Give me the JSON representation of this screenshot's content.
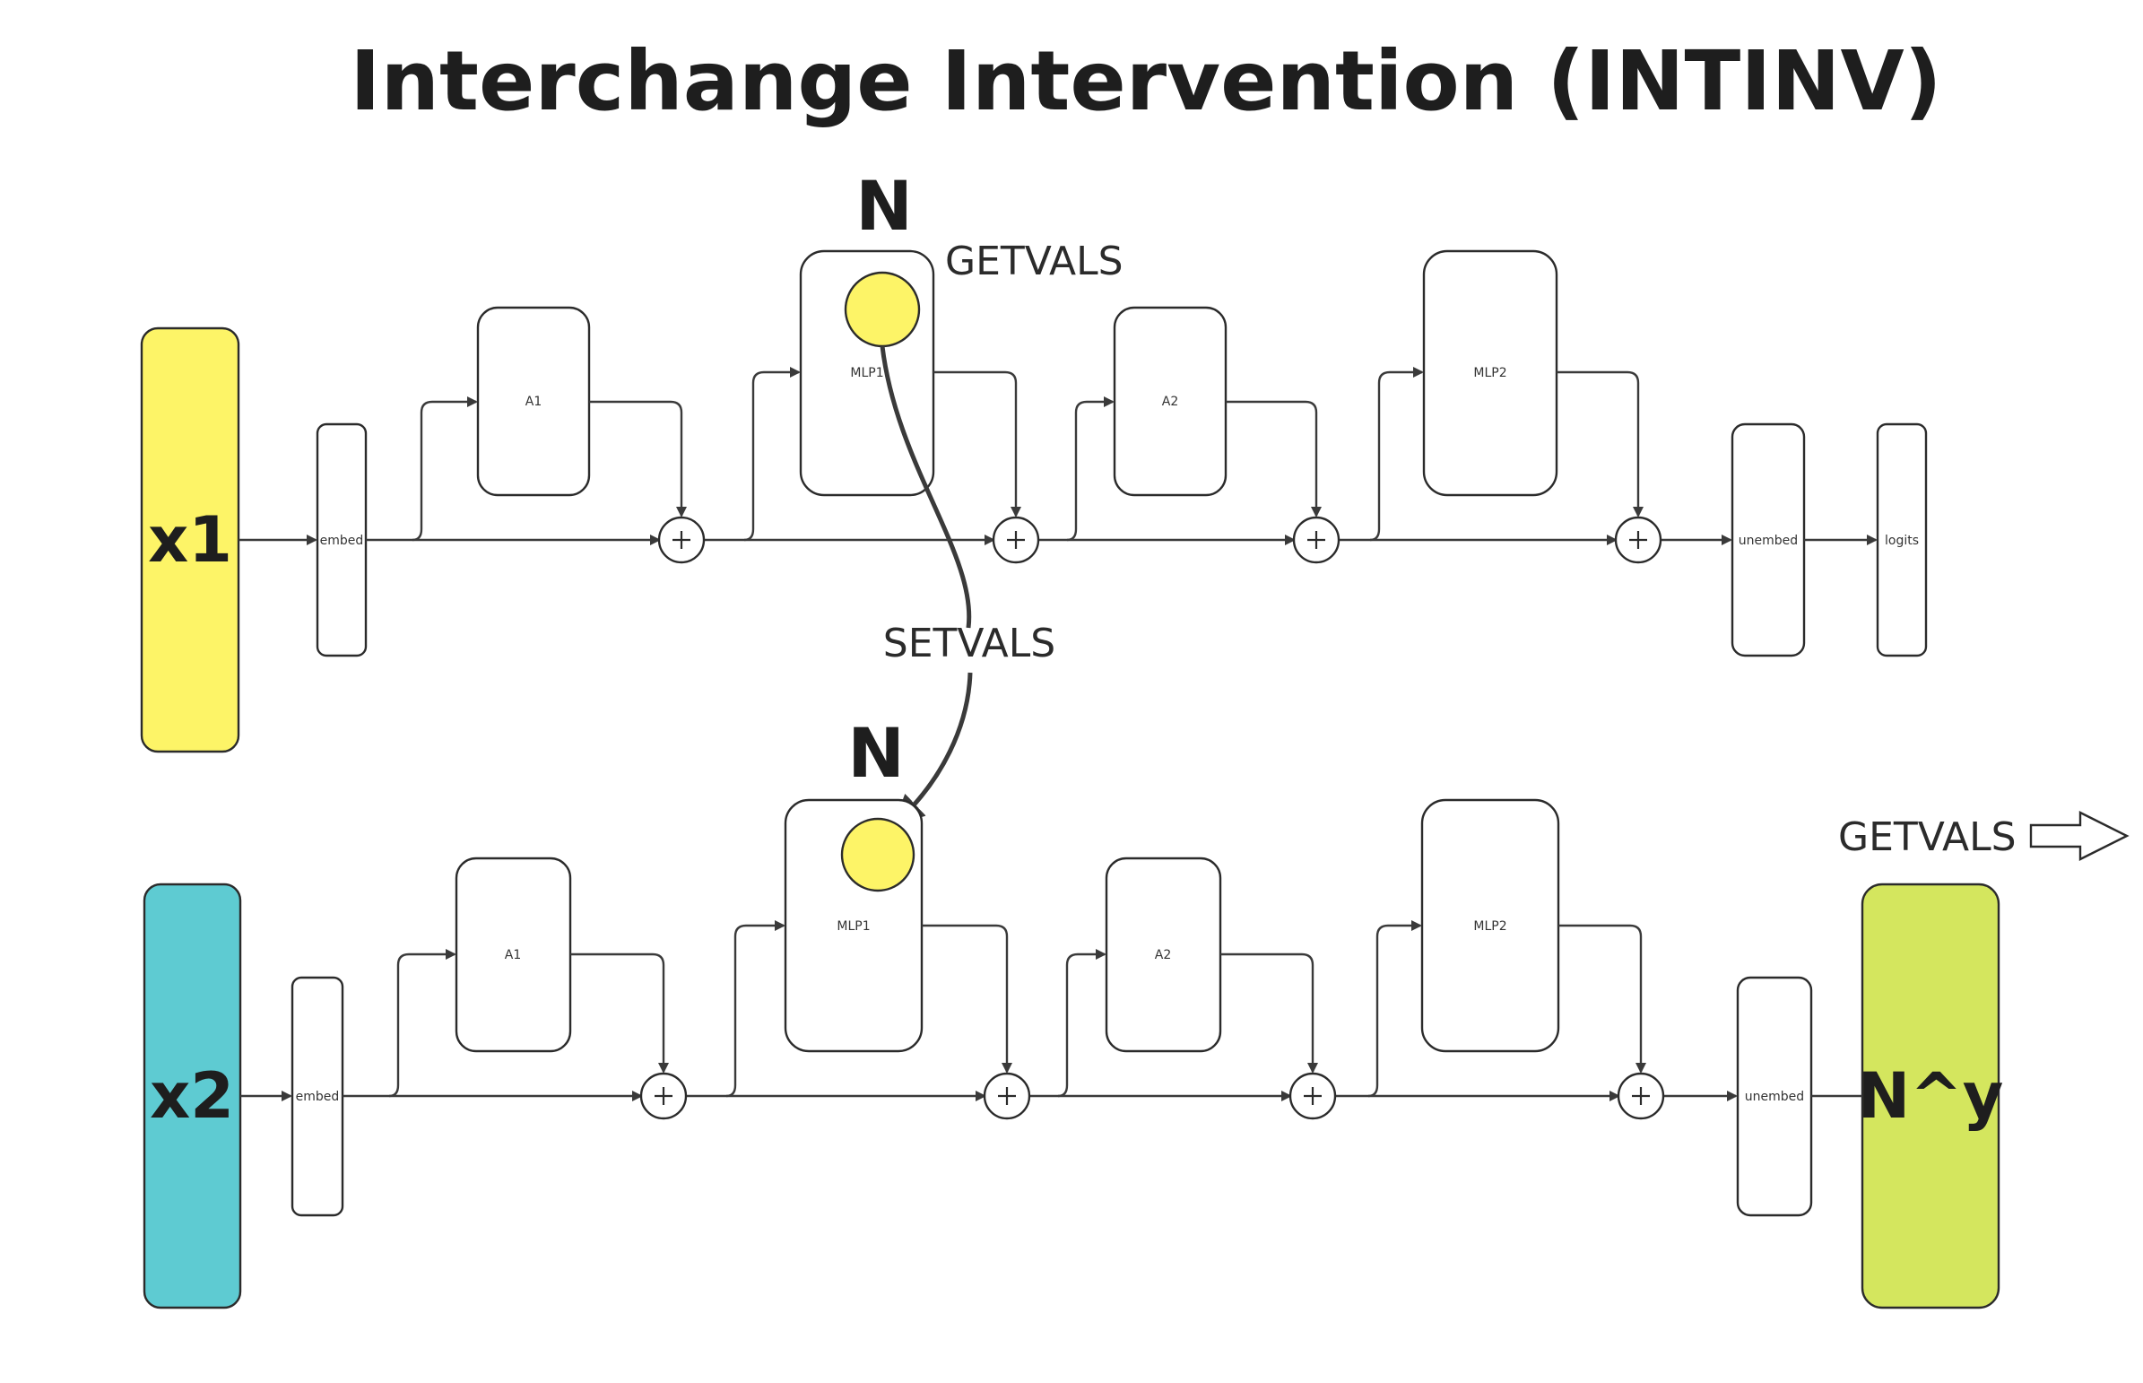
{
  "title": "Interchange Intervention (INTINV)",
  "colors": {
    "input_x1": "#fdf467",
    "input_x2": "#5ecbd2",
    "output": "#d4e65e",
    "node": "#fdf467",
    "stroke": "#2b2b2b"
  },
  "top_row": {
    "input_label": "x1",
    "embed": "embed",
    "attn1": "A1",
    "mlp1": "MLP1",
    "attn2": "A2",
    "mlp2": "MLP2",
    "unembed": "unembed",
    "logits": "logits",
    "node_label": "N",
    "getvals_label": "GETVALS"
  },
  "bottom_row": {
    "input_label": "x2",
    "embed": "embed",
    "attn1": "A1",
    "mlp1": "MLP1",
    "attn2": "A2",
    "mlp2": "MLP2",
    "unembed": "unembed",
    "output_label": "N^y",
    "node_label": "N",
    "getvals_label": "GETVALS"
  },
  "setvals_label": "SETVALS",
  "icons": {
    "plus": "plus-circle-icon",
    "getvals_arrow": "hollow-right-arrow-icon"
  }
}
